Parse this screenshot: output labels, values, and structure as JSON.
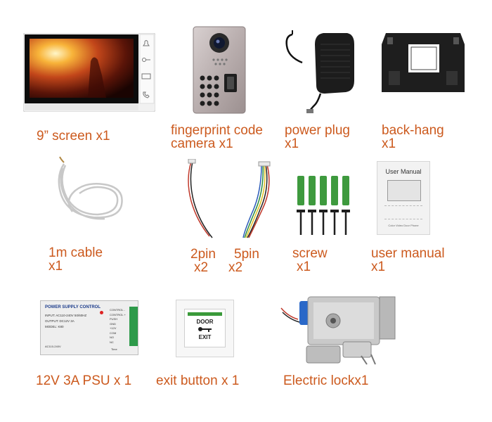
{
  "items": {
    "screen": {
      "label": "9” screen x1",
      "icons": [
        "bell-icon",
        "key-icon",
        "monitor-icon",
        "phone-icon"
      ]
    },
    "camera": {
      "label_line1": "fingerprint code",
      "label_line2": "camera x1"
    },
    "power_plug": {
      "label_line1": "power plug",
      "label_line2": "x1"
    },
    "back_hang": {
      "label_line1": "back-hang",
      "label_line2": "x1"
    },
    "cable": {
      "label_line1": "1m cable",
      "label_line2": "x1"
    },
    "pin2": {
      "label_line1": "2pin",
      "label_line2": "x2"
    },
    "pin5": {
      "label_line1": "5pin",
      "label_line2": "x2"
    },
    "screw": {
      "label_line1": "screw",
      "label_line2": "x1"
    },
    "user_manual": {
      "label_line1": "user manual",
      "label_line2": "x1",
      "cover_title": "User Manual",
      "cover_subtitle": "Color Video Door Phone"
    },
    "psu": {
      "label": "12V 3A PSU x 1",
      "panel_title": "POWER SUPPLY CONTROL",
      "spec_lines": [
        "INPUT: AC110-240V 50/60HZ",
        "OUTPUT: DC12V 3A",
        "MODEL: K80"
      ],
      "side_labels": [
        "CONTROL -",
        "CONTROL +",
        "PUSH",
        "GND",
        "+12V",
        "COM",
        "NO",
        "NC"
      ],
      "bottom_left": "AC110-240V",
      "time_label": "Time"
    },
    "exit_button": {
      "label": "exit button x 1",
      "door_text": "DOOR",
      "exit_text": "EXIT"
    },
    "electric_lock": {
      "label": "Electric lockx1"
    }
  },
  "colors": {
    "label": "#cc5a1e"
  }
}
